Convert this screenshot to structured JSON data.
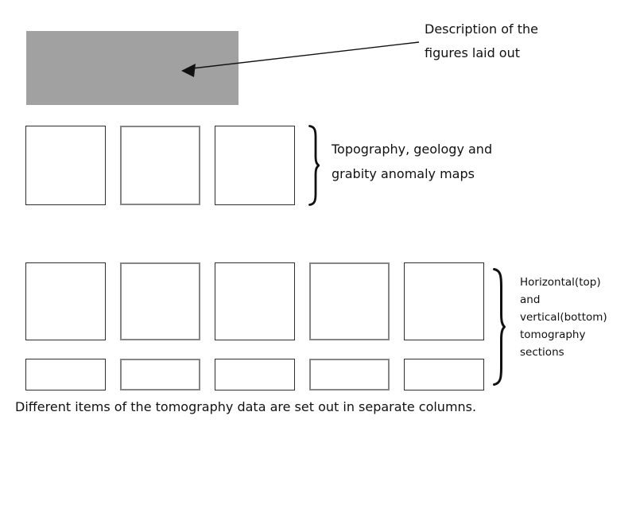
{
  "page": {
    "background": "#ffffff"
  },
  "colors": {
    "gray_block": "#a0a1a0",
    "stroke": "#111111",
    "box_border": "#2e2e2e",
    "soft_box_border": "#868686"
  },
  "description_block": {
    "lines": [
      "Description of the",
      "figures laid out"
    ]
  },
  "maps_group": {
    "box_count": 3,
    "label_lines": [
      "Topography, geology and",
      "grabity anomaly maps"
    ]
  },
  "tomography_group": {
    "top_box_count": 5,
    "bottom_box_count": 5,
    "label_lines": [
      "Horizontal(top)",
      "and",
      "vertical(bottom)",
      "tomography",
      "sections"
    ]
  },
  "footer": {
    "text": "Different items of the tomography data are set out in separate columns."
  }
}
